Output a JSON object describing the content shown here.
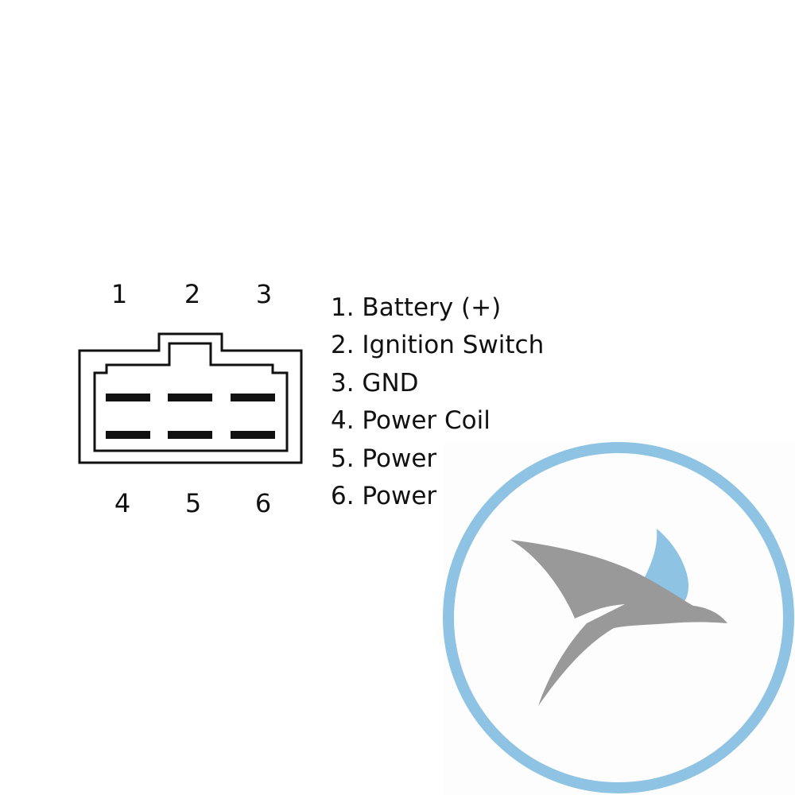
{
  "connector": {
    "top_pins": [
      "1",
      "2",
      "3"
    ],
    "bottom_pins": [
      "4",
      "5",
      "6"
    ]
  },
  "legend": [
    "1. Battery (+)",
    "2. Ignition Switch",
    "3. GND",
    "4. Power Coil",
    "5. Power Coil",
    "6. Power Coil"
  ],
  "colors": {
    "line": "#111111",
    "logo_ring": "#8fc3e3",
    "logo_bird": "#999999",
    "logo_wing_accent": "#8fc3e3"
  },
  "icons": {
    "logo": "bird-logo-icon"
  }
}
